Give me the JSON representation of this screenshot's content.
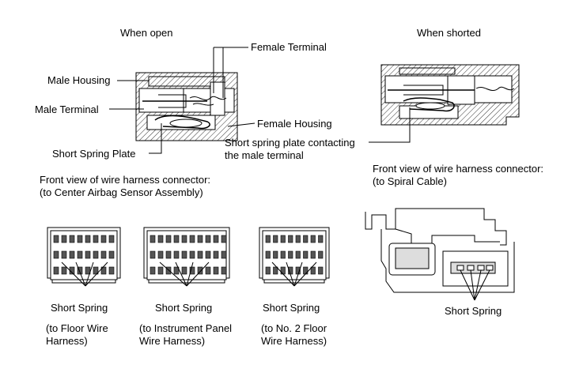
{
  "labels": {
    "when_open": "When open",
    "when_shorted": "When shorted",
    "female_terminal": "Female Terminal",
    "male_housing": "Male Housing",
    "male_terminal": "Male Terminal",
    "female_housing": "Female Housing",
    "short_spring_plate": "Short Spring Plate",
    "contact_line1": "Short spring plate contacting",
    "contact_line2": "the male terminal",
    "front_left_line1": "Front view of wire harness connector:",
    "front_left_line2": "(to Center Airbag Sensor Assembly)",
    "front_right_line1": "Front view of wire harness connector:",
    "front_right_line2": "(to Spiral Cable)"
  },
  "connectors": [
    {
      "spring": "Short Spring",
      "line1": "(to Floor Wire",
      "line2": "Harness)"
    },
    {
      "spring": "Short Spring",
      "line1": "(to Instrument Panel",
      "line2": "Wire Harness)"
    },
    {
      "spring": "Short Spring",
      "line1": "(to No. 2 Floor",
      "line2": "Wire Harness)"
    }
  ],
  "spiral": {
    "spring": "Short Spring"
  }
}
